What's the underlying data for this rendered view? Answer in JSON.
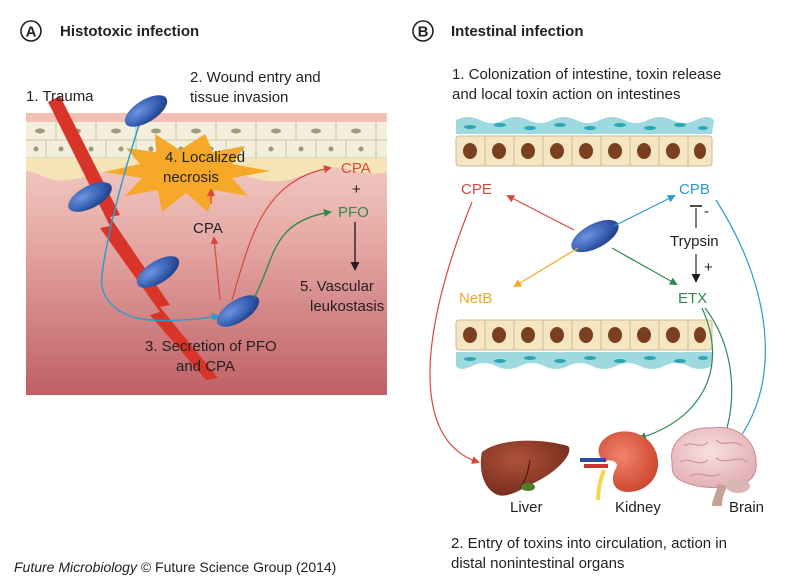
{
  "panel_a": {
    "letter": "A",
    "title": "Histotoxic infection",
    "step1": "1. Trauma",
    "step2_line1": "2. Wound entry and",
    "step2_line2": "tissue invasion",
    "step3_line1": "3. Secretion of PFO",
    "step3_line2": "and CPA",
    "step4_line1": "4. Localized",
    "step4_line2": "necrosis",
    "step5_line1": "5. Vascular",
    "step5_line2": "leukostasis",
    "cpa_mid": "CPA",
    "cpa_top": "CPA",
    "plus": "+",
    "pfo": "PFO"
  },
  "panel_b": {
    "letter": "B",
    "title": "Intestinal infection",
    "step1_line1": "1. Colonization of intestine, toxin release",
    "step1_line2": "and local toxin action on intestines",
    "step2_line1": "2. Entry of toxins into circulation, action in",
    "step2_line2": "distal nonintestinal organs",
    "cpe": "CPE",
    "cpb": "CPB",
    "netb": "NetB",
    "etx": "ETX",
    "trypsin": "Trypsin",
    "minus": "-",
    "plus": "+",
    "liver": "Liver",
    "kidney": "Kidney",
    "brain": "Brain"
  },
  "credit": {
    "journal": "Future Microbiology",
    "rest": " © Future Science Group (2014)"
  },
  "colors": {
    "cpa_red": "#d8473a",
    "pfo_green": "#2e8a52",
    "cpb_blue": "#2a9ad0",
    "netb_orange": "#f1a820",
    "bacterium": "#3a63b8",
    "trauma": "#d8342a",
    "necrosis": "#f6a829"
  }
}
